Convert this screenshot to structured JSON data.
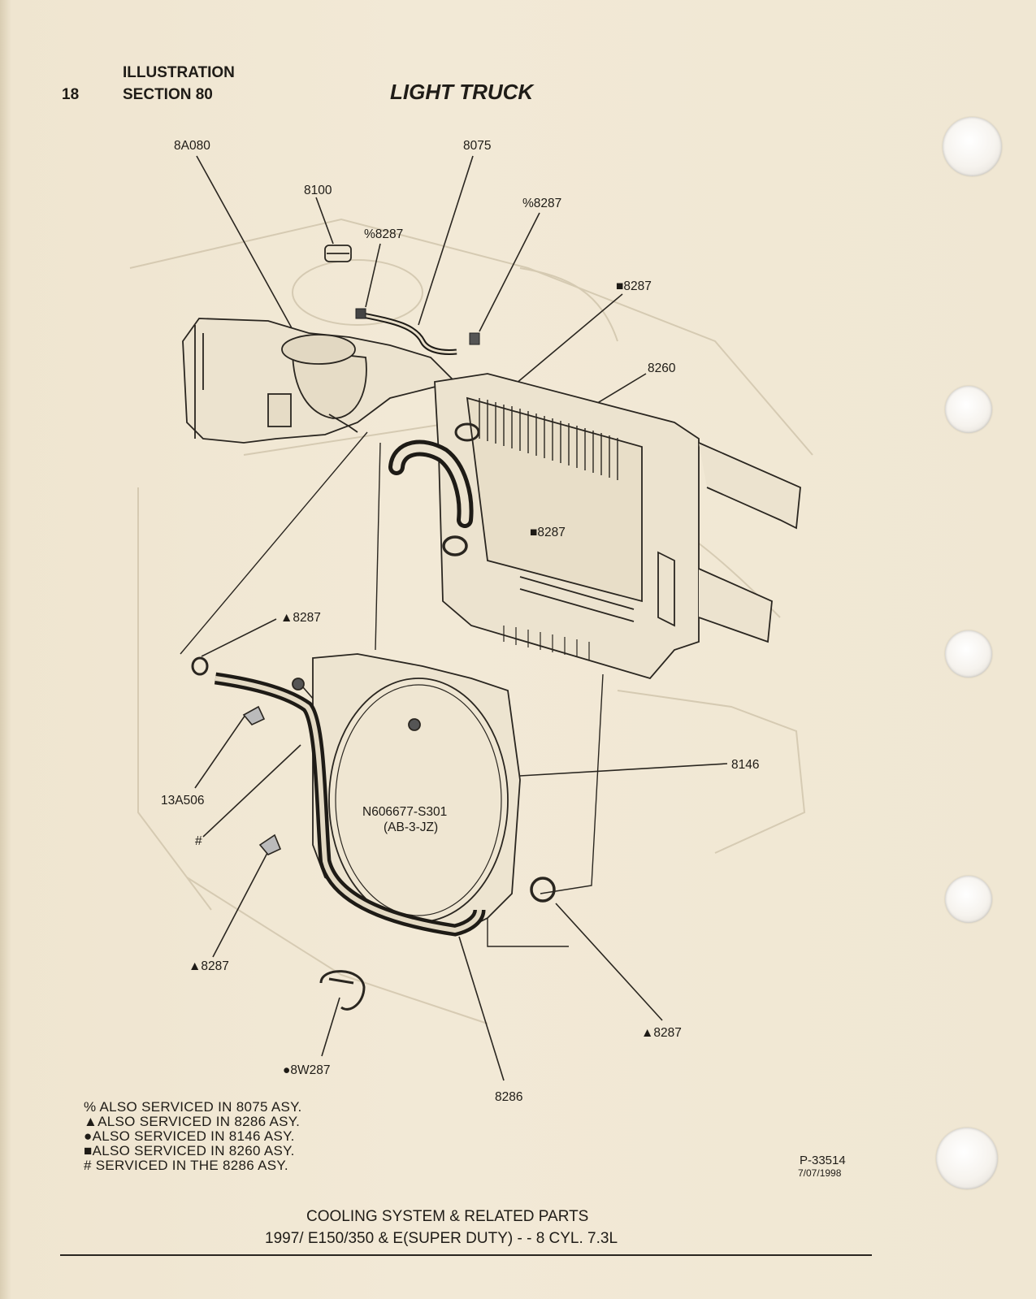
{
  "header": {
    "page_number": "18",
    "section_line1": "ILLUSTRATION",
    "section_line2": "SECTION 80",
    "title": "LIGHT TRUCK"
  },
  "callouts": {
    "c_8a080": "8A080",
    "c_8075": "8075",
    "c_8100": "8100",
    "c_p8287_a": "%8287",
    "c_p8287_b": "%8287",
    "c_sq8287_a": "■8287",
    "c_8260": "8260",
    "c_sq8287_b": "■8287",
    "c_tri8287_a": "▲8287",
    "c_8146": "8146",
    "c_13a506": "13A506",
    "c_hash": "#",
    "c_bolt_line1": "N606677-S301",
    "c_bolt_line2": "(AB-3-JZ)",
    "c_tri8287_b": "▲8287",
    "c_tri8287_c": "▲8287",
    "c_8w287": "●8W287",
    "c_8286": "8286"
  },
  "legend": [
    "% ALSO SERVICED IN 8075 ASY.",
    "▲ALSO SERVICED IN 8286 ASY.",
    "●ALSO SERVICED IN 8146 ASY.",
    "■ALSO SERVICED IN 8260 ASY.",
    "# SERVICED IN THE 8286 ASY."
  ],
  "reference": {
    "code": "P-33514",
    "date": "7/07/1998"
  },
  "footer": {
    "line1": "COOLING SYSTEM & RELATED PARTS",
    "line2": "1997/ E150/350 & E(SUPER DUTY) - - 8 CYL. 7.3L"
  }
}
